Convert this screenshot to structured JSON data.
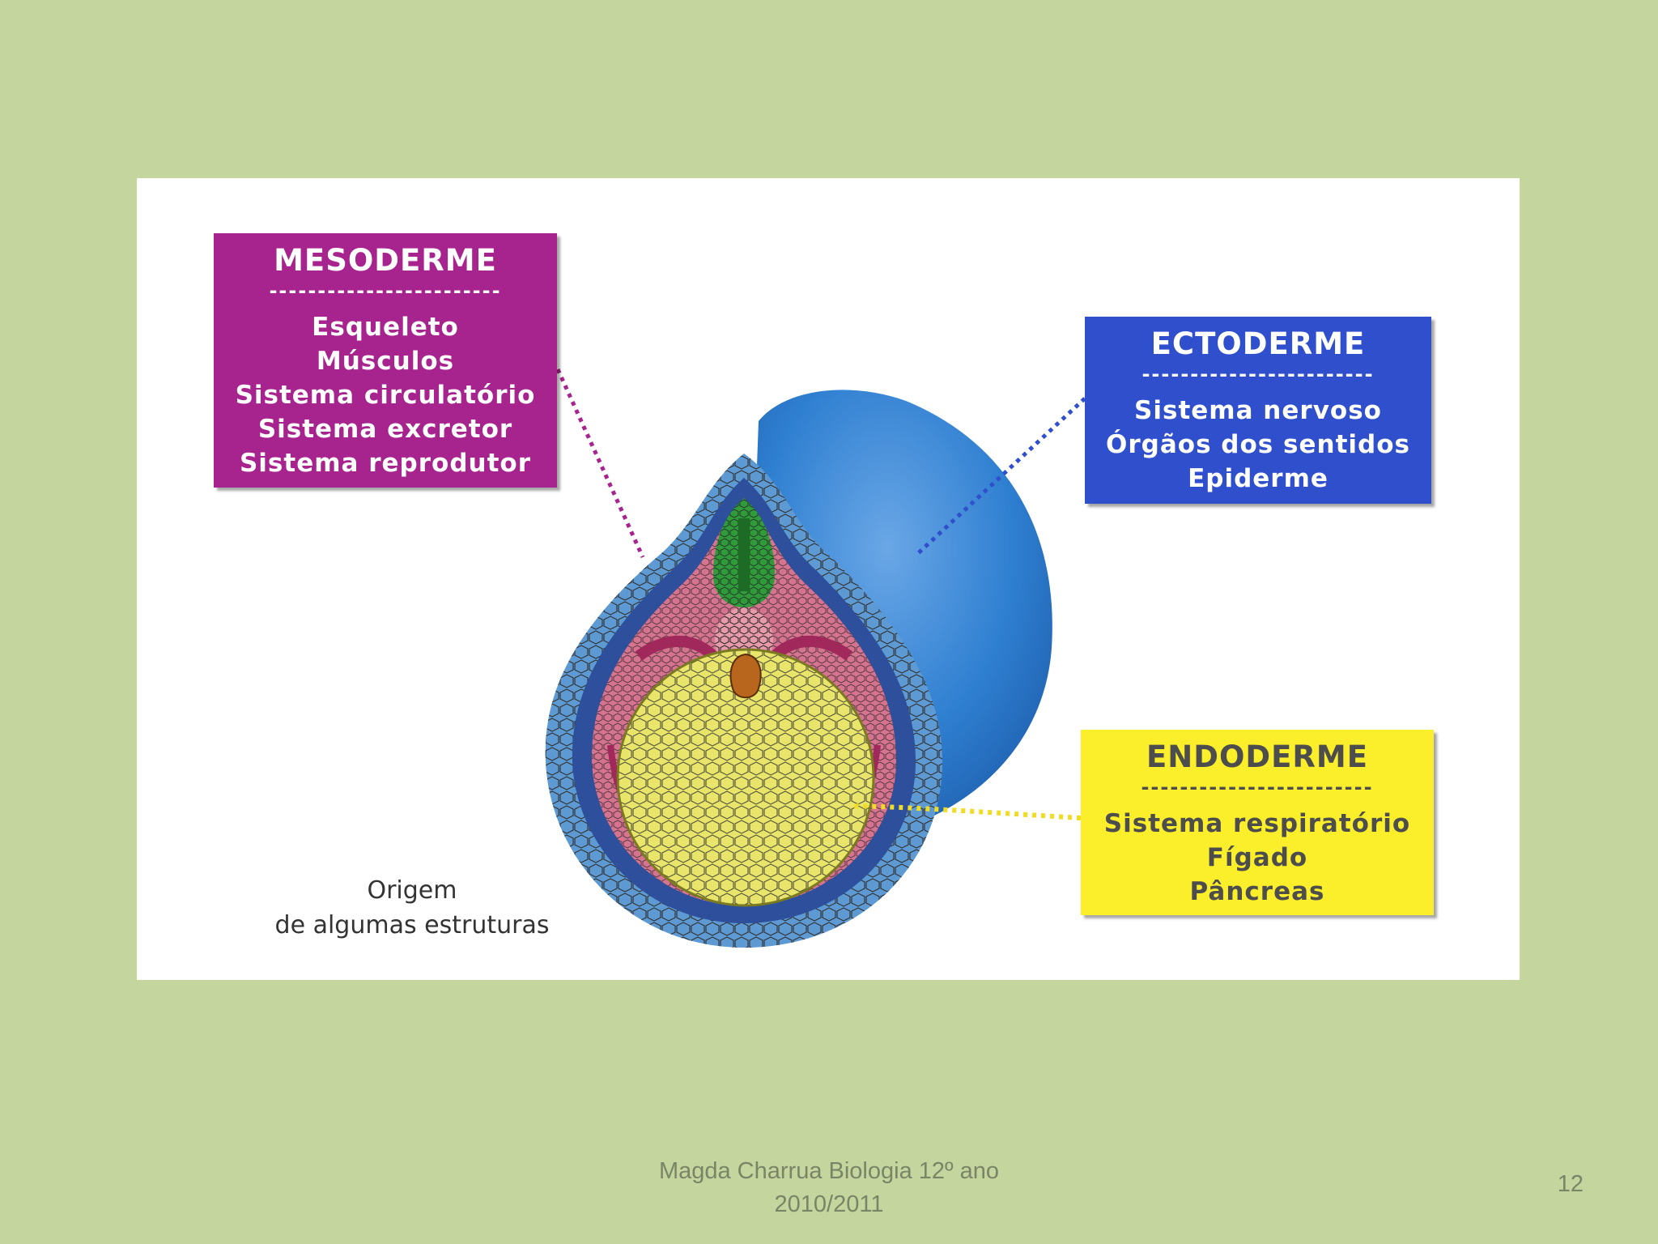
{
  "slide": {
    "footer_line1": "Magda Charrua Biologia 12º ano",
    "footer_line2": "2010/2011",
    "page_number": "12"
  },
  "diagram": {
    "caption_line1": "Origem",
    "caption_line2": "de algumas estruturas",
    "mesoderme": {
      "title": "MESODERME",
      "divider": "------------------------",
      "items": [
        "Esqueleto",
        "Músculos",
        "Sistema circulatório",
        "Sistema excretor",
        "Sistema reprodutor"
      ],
      "color": "#a7238e"
    },
    "ectoderme": {
      "title": "ECTODERME",
      "divider": "------------------------",
      "items": [
        "Sistema nervoso",
        "Órgãos dos sentidos",
        "Epiderme"
      ],
      "color": "#2f4fcc"
    },
    "endoderme": {
      "title": "ENDODERME",
      "divider": "------------------------",
      "items": [
        "Sistema respiratório",
        "Fígado",
        "Pâncreas"
      ],
      "color": "#fbee2a"
    }
  }
}
